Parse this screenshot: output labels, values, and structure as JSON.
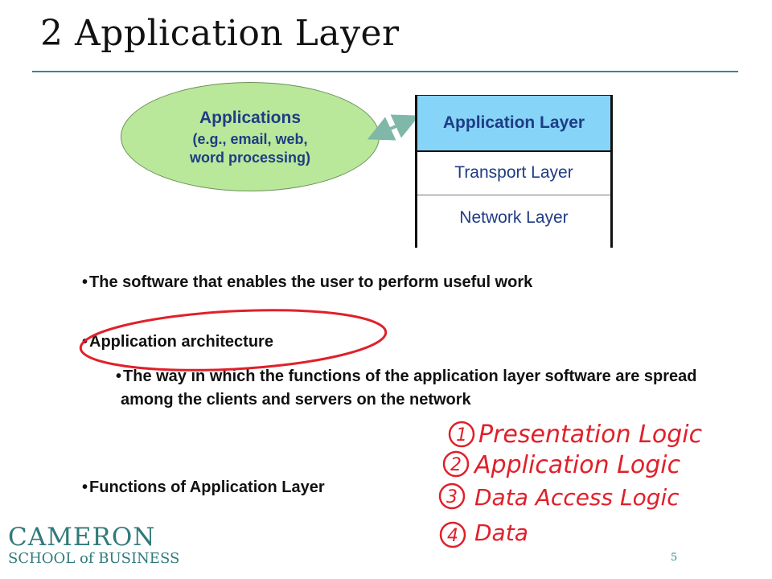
{
  "slide": {
    "title": "2 Application Layer",
    "page_number": "5"
  },
  "applications": {
    "heading": "Applications",
    "line1": "(e.g., email, web,",
    "line2": "word processing)"
  },
  "layers": {
    "application": "Application Layer",
    "transport": "Transport Layer",
    "network": "Network Layer"
  },
  "bullets": {
    "b1": "The software that enables the user to perform useful work",
    "b2": "Application architecture",
    "b3": "The way in which the functions of the application layer software are spread among the clients and servers on the network",
    "b4": "Functions of Application Layer"
  },
  "logo": {
    "line1": "CAMERON",
    "line2": "SCHOOL of BUSINESS"
  },
  "annotations": {
    "item1": "1 Presentation Logic",
    "item2": "2 Application Logic",
    "item3": "3 Data Access Logic",
    "item4": "4 Data"
  },
  "colors": {
    "accent": "#2f8a86",
    "layer_highlight": "#86d4f7",
    "ellipse_fill": "#b9e89a",
    "ink_red": "#e0202a"
  }
}
